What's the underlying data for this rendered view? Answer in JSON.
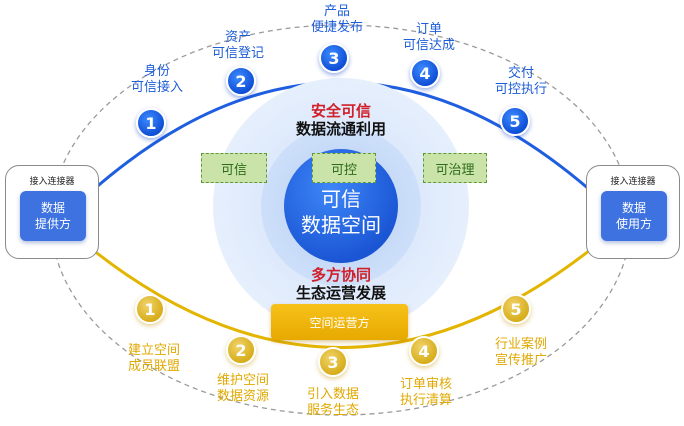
{
  "top_steps": [
    {
      "num": "1",
      "line1": "身份",
      "line2": "可信接入"
    },
    {
      "num": "2",
      "line1": "资产",
      "line2": "可信登记"
    },
    {
      "num": "3",
      "line1": "产品",
      "line2": "便捷发布"
    },
    {
      "num": "4",
      "line1": "订单",
      "line2": "可信达成"
    },
    {
      "num": "5",
      "line1": "交付",
      "line2": "可控执行"
    }
  ],
  "bottom_steps": [
    {
      "num": "1",
      "line1": "建立空间",
      "line2": "成员联盟"
    },
    {
      "num": "2",
      "line1": "维护空间",
      "line2": "数据资源"
    },
    {
      "num": "3",
      "line1": "引入数据",
      "line2": "服务生态"
    },
    {
      "num": "4",
      "line1": "订单审核",
      "line2": "执行清算"
    },
    {
      "num": "5",
      "line1": "行业案例",
      "line2": "宣传推广"
    }
  ],
  "left_box": {
    "title": "接入连接器",
    "line1": "数据",
    "line2": "提供方"
  },
  "right_box": {
    "title": "接入连接器",
    "line1": "数据",
    "line2": "使用方"
  },
  "top_headline": {
    "red": "安全可信",
    "black": "数据流通利用"
  },
  "bottom_headline": {
    "red": "多方协同",
    "black": "生态运营发展"
  },
  "center": {
    "line1": "可信",
    "line2": "数据空间"
  },
  "tags": [
    "可信",
    "可控",
    "可治理"
  ],
  "operator_box": "空间运营方",
  "colors": {
    "blue": "#1e5ed8",
    "gold": "#e0a800",
    "red": "#d0202a",
    "green_fill": "#c9e3a8"
  }
}
